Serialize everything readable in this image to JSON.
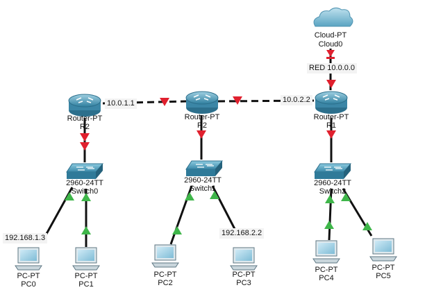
{
  "devices": {
    "cloud0": {
      "type": "Cloud-PT",
      "name": "Cloud0"
    },
    "router_r2_left": {
      "type": "Router-PT",
      "name": "R2"
    },
    "router_r2_mid": {
      "type": "Router-PT",
      "name": "R2"
    },
    "router_r1": {
      "type": "Router-PT",
      "name": "R1"
    },
    "switch0": {
      "type": "2960-24TT",
      "name": "Switch0"
    },
    "switch1": {
      "type": "2960-24TT",
      "name": "Switch1"
    },
    "switch2": {
      "type": "2960-24TT",
      "name": "Switch2"
    },
    "pc0": {
      "type": "PC-PT",
      "name": "PC0"
    },
    "pc1": {
      "type": "PC-PT",
      "name": "PC1"
    },
    "pc2": {
      "type": "PC-PT",
      "name": "PC2"
    },
    "pc3": {
      "type": "PC-PT",
      "name": "PC3"
    },
    "pc4": {
      "type": "PC-PT",
      "name": "PC4"
    },
    "pc5": {
      "type": "PC-PT",
      "name": "PC5"
    }
  },
  "labels": {
    "red_network": "RED 10.0.0.0",
    "ip_10_0_1_1": "10.0.1.1",
    "ip_10_0_2_2": "10.0.2.2",
    "ip_pc0": "192.168.1.3",
    "ip_pc3": "192.168.2.2"
  },
  "colors": {
    "link": "#111111",
    "link_up": "#3fb64a",
    "link_down": "#e0202e",
    "device_teal": "#3f8fae",
    "label_bg": "#f3f3f3"
  },
  "icons": {
    "cloud": "cloud-icon",
    "router": "router-icon",
    "switch": "switch-icon",
    "pc": "pc-icon"
  }
}
